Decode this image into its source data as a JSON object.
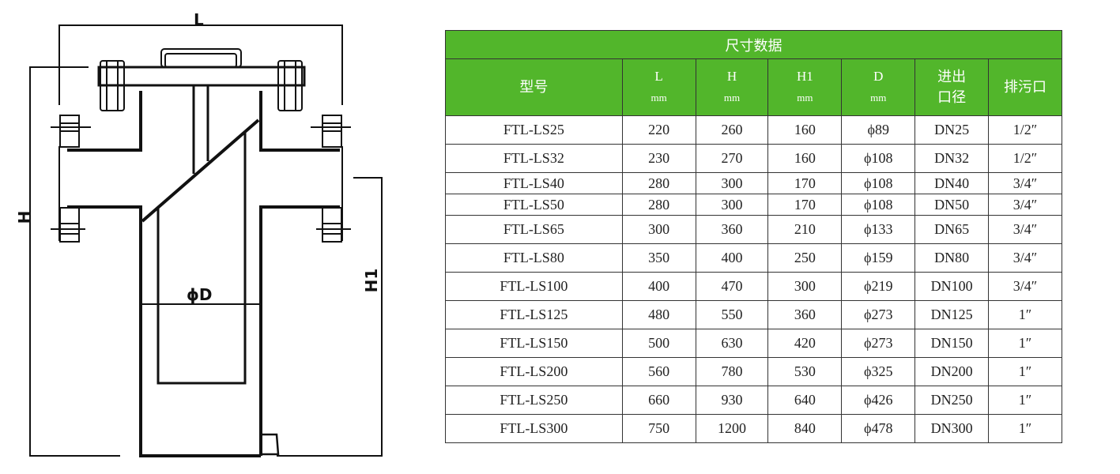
{
  "diagram": {
    "label_L": "L",
    "label_H": "H",
    "label_H1": "H1",
    "label_D": "ϕD"
  },
  "table": {
    "title": "尺寸数据",
    "headers": [
      {
        "top": "型号",
        "unit": ""
      },
      {
        "top": "L",
        "unit": "mm"
      },
      {
        "top": "H",
        "unit": "mm"
      },
      {
        "top": "H1",
        "unit": "mm"
      },
      {
        "top": "D",
        "unit": "mm"
      },
      {
        "top": "进出",
        "unit": "口径"
      },
      {
        "top": "排污口",
        "unit": ""
      }
    ],
    "rows": [
      [
        "FTL-LS25",
        "220",
        "260",
        "160",
        "ϕ89",
        "DN25",
        "1/2″"
      ],
      [
        "FTL-LS32",
        "230",
        "270",
        "160",
        "ϕ108",
        "DN32",
        "1/2″"
      ],
      [
        "FTL-LS40",
        "280",
        "300",
        "170",
        "ϕ108",
        "DN40",
        "3/4″"
      ],
      [
        "FTL-LS50",
        "280",
        "300",
        "170",
        "ϕ108",
        "DN50",
        "3/4″"
      ],
      [
        "FTL-LS65",
        "300",
        "360",
        "210",
        "ϕ133",
        "DN65",
        "3/4″"
      ],
      [
        "FTL-LS80",
        "350",
        "400",
        "250",
        "ϕ159",
        "DN80",
        "3/4″"
      ],
      [
        "FTL-LS100",
        "400",
        "470",
        "300",
        "ϕ219",
        "DN100",
        "3/4″"
      ],
      [
        "FTL-LS125",
        "480",
        "550",
        "360",
        "ϕ273",
        "DN125",
        "1″"
      ],
      [
        "FTL-LS150",
        "500",
        "630",
        "420",
        "ϕ273",
        "DN150",
        "1″"
      ],
      [
        "FTL-LS200",
        "560",
        "780",
        "530",
        "ϕ325",
        "DN200",
        "1″"
      ],
      [
        "FTL-LS250",
        "660",
        "930",
        "640",
        "ϕ426",
        "DN250",
        "1″"
      ],
      [
        "FTL-LS300",
        "750",
        "1200",
        "840",
        "ϕ478",
        "DN300",
        "1″"
      ]
    ]
  }
}
